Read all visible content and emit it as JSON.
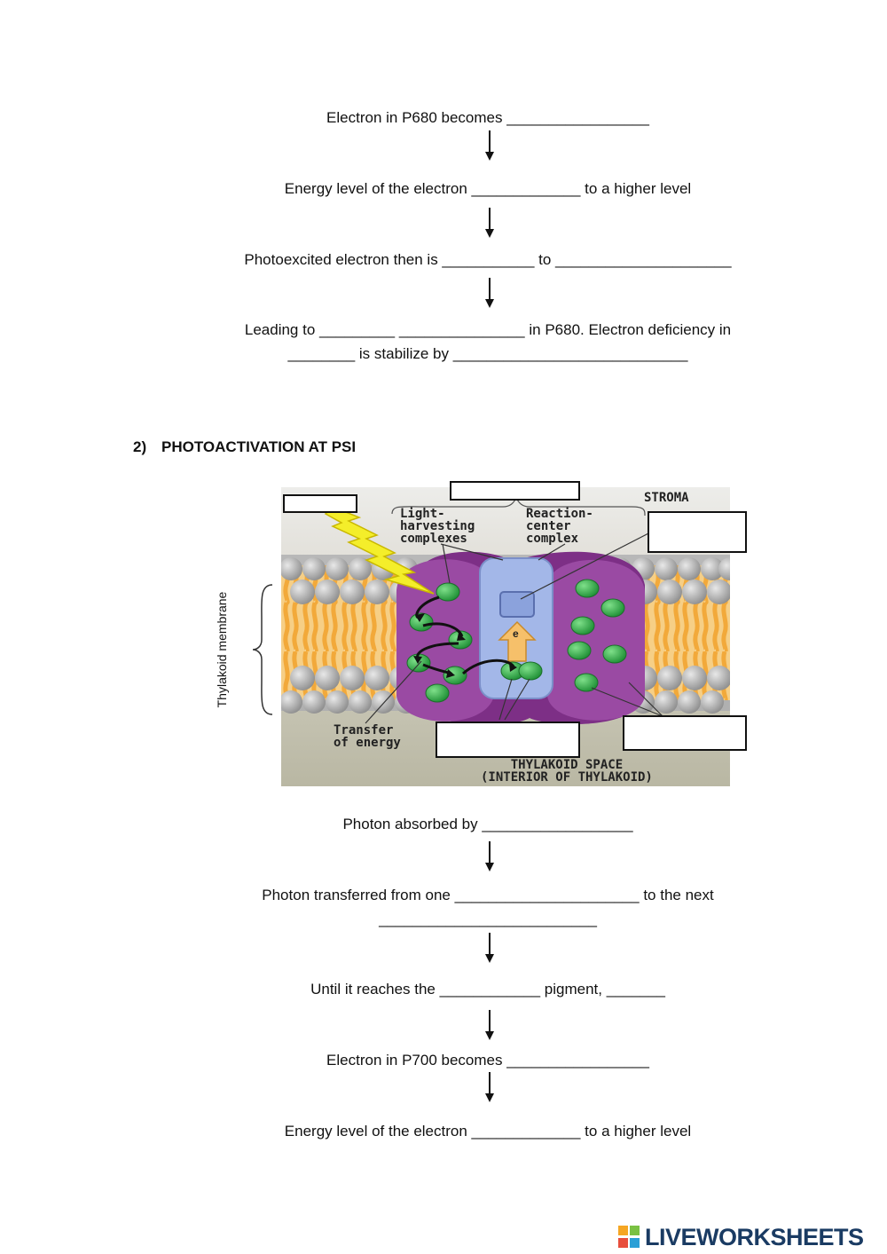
{
  "psii_steps": {
    "s1": "Electron in P680 becomes _________________",
    "s2": "Energy level of the electron _____________ to a higher level",
    "s3": "Photoexcited electron then is ___________ to _____________________",
    "s4a": "Leading to _________ _______________ in P680. Electron deficiency in",
    "s4b": "________ is stabilize by ____________________________"
  },
  "section2": {
    "number": "2)",
    "title": "PHOTOACTIVATION AT PSI"
  },
  "figure": {
    "stroma": "STROMA",
    "light_harvesting": "Light-\nharvesting\ncomplexes",
    "reaction_center": "Reaction-\ncenter\ncomplex",
    "transfer": "Transfer\nof energy",
    "thylakoid_space": "THYLAKOID SPACE\n(INTERIOR OF THYLAKOID)",
    "membrane_label": "Thylakoid membrane",
    "electron_symbol": "e",
    "colors": {
      "background_top": "#ededea",
      "background_bottom": "#b9b7a3",
      "lipid_head": "#a6a6a6",
      "lipid_tail": "#f2b14a",
      "complex": "#9a4aa3",
      "reaction_center_core": "#a3b7e8",
      "pigment": "#33b24a",
      "light": "#f4ee2a"
    }
  },
  "psi_steps": {
    "s1": "Photon absorbed by __________________",
    "s2a": "Photon transferred from one ______________________ to the next",
    "s2b": "__________________________",
    "s3": "Until it reaches the ____________ pigment, _______",
    "s4": "Electron in P700 becomes _________________",
    "s5": "Energy level of the electron _____________ to a higher level"
  },
  "footer": {
    "brand": "LIVEWORKSHEETS",
    "brand_color": "#1a3b63"
  }
}
